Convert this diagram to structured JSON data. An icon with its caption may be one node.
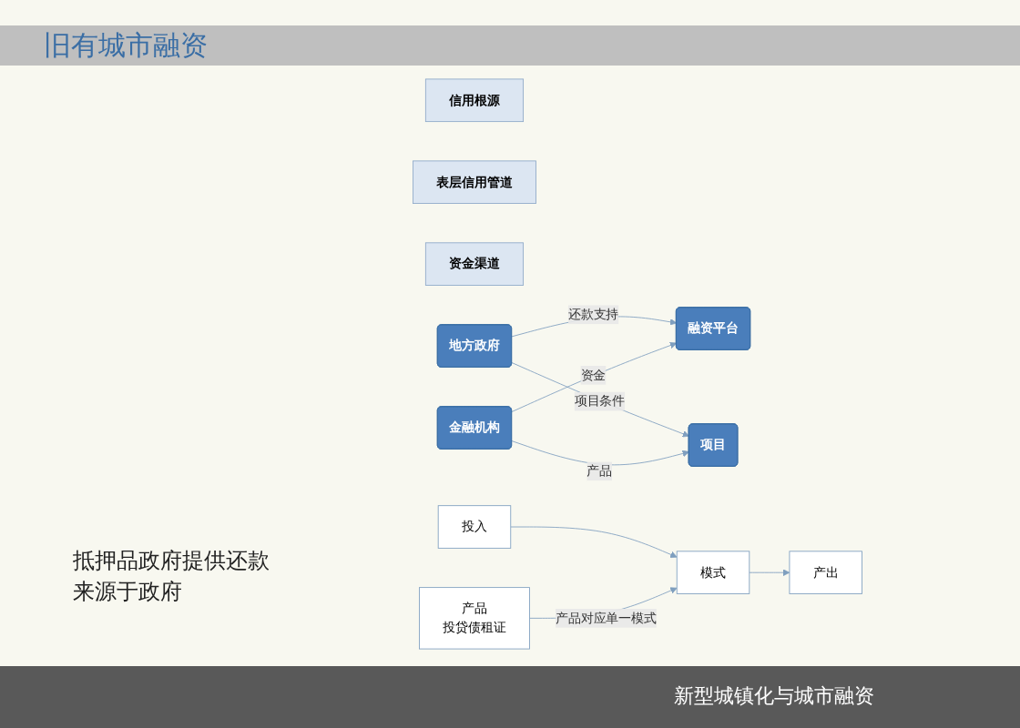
{
  "diagram": {
    "title": "旧有城市融资",
    "nodes": [
      {
        "text": [
          "信用根源"
        ]
      },
      {
        "text": [
          "表层信用管道"
        ]
      },
      {
        "text": [
          "资金渠道"
        ]
      },
      {
        "text": [
          "地方政府"
        ]
      },
      {
        "text": [
          "融资平台"
        ]
      },
      {
        "text": [
          "项目"
        ]
      },
      {
        "text": [
          "金融机构"
        ]
      },
      {
        "text": [
          "投入"
        ]
      },
      {
        "text": [
          "模式"
        ]
      },
      {
        "text": [
          "产出"
        ]
      },
      {
        "text": [
          "产品",
          "投贷债租证"
        ]
      }
    ],
    "edges": [
      {
        "from": 3,
        "to": 4,
        "arrow": "to",
        "label": "还款支持"
      },
      {
        "from": 3,
        "to": 5,
        "arrow": "to",
        "label": "项目条件"
      },
      {
        "from": 6,
        "to": 4,
        "arrow": "to",
        "label": "资金"
      },
      {
        "from": 6,
        "to": 5,
        "arrow": "to",
        "label": "产品"
      },
      {
        "from": 7,
        "to": 8,
        "arrow": "to"
      },
      {
        "from": 8,
        "to": 9,
        "arrow": "to"
      },
      {
        "from": 10,
        "to": 8,
        "arrow": "to",
        "label": "产品对应单一模式"
      }
    ],
    "labels": [
      "抵押品政府提供还款来源于政府",
      "新型城镇化与城市融资"
    ]
  }
}
